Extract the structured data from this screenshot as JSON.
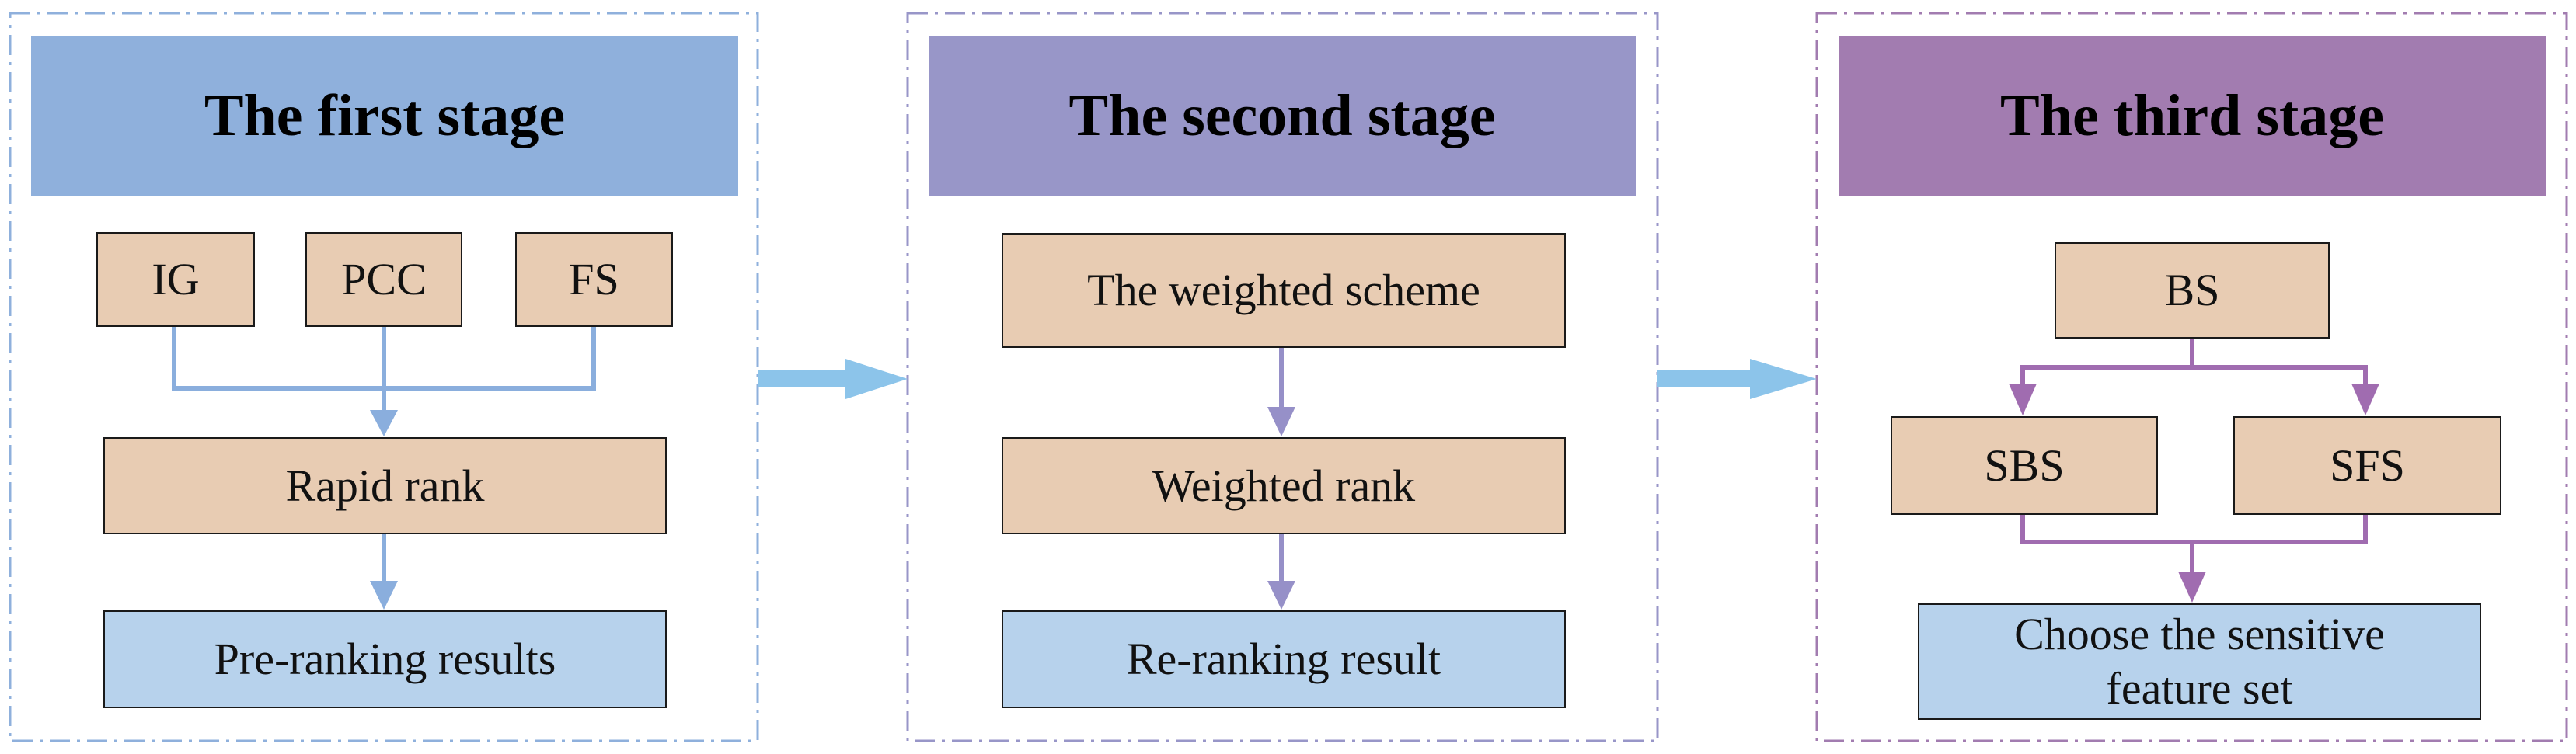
{
  "stages": [
    {
      "title": "The first stage",
      "methods": [
        "IG",
        "PCC",
        "FS"
      ],
      "rank": "Rapid rank",
      "result": "Pre-ranking results"
    },
    {
      "title": "The second stage",
      "scheme": "The weighted scheme",
      "rank": "Weighted rank",
      "result": "Re-ranking result"
    },
    {
      "title": "The third stage",
      "start": "BS",
      "branches": [
        "SBS",
        "SFS"
      ],
      "result_lines": [
        "Choose the sensitive",
        "feature set"
      ]
    }
  ],
  "colors": {
    "stage1_header": "#8fb0dc",
    "stage2_header": "#9896c8",
    "stage3_header": "#a27cb0",
    "stage1_arrow": "#8aaedd",
    "stage2_arrow": "#9690c8",
    "stage3_arrow": "#a06cb0",
    "process_box": "#e8ccb3",
    "result_box": "#b7d2ec",
    "flow_arrow": "#8cc4ea"
  }
}
